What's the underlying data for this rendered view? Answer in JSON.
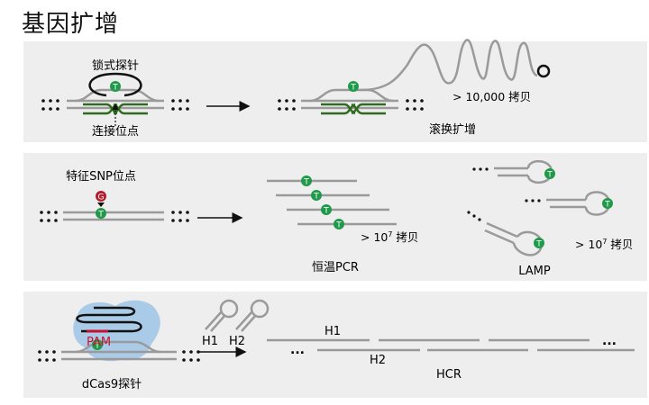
{
  "title": "基因扩增",
  "panel1": {
    "padlock_label": "锁式探针",
    "ligation_label": "连接位点",
    "copies_label": "> 10,000 拷贝",
    "rca_label": "滚换扩增",
    "t_label": "T"
  },
  "panel2": {
    "snp_label": "特征SNP位点",
    "g_label": "G",
    "t_label": "T",
    "pcr_copies_label": "> 10",
    "pcr_copies_sup": "7",
    "pcr_copies_unit": " 拷贝",
    "pcr_label": "恒温PCR",
    "lamp_copies_label": "> 10",
    "lamp_copies_sup": "7",
    "lamp_copies_unit": " 拷贝",
    "lamp_label": "LAMP"
  },
  "panel3": {
    "pam_label": "PAM",
    "dcas9_label": "dCas9探针",
    "t_label": "T",
    "h1_label": "H1",
    "h2_label": "H2",
    "hcr_h1_label": "H1",
    "hcr_h2_label": "H2",
    "hcr_label": "HCR",
    "dots": "..."
  },
  "colors": {
    "strand": "#9a9a9a",
    "green_probe": "#2f6b1e",
    "t_marker": "#1f9a4a",
    "g_marker": "#b21e2f",
    "pam": "#c8102e",
    "cas9": "#a9cbe8",
    "panel_bg": "#eeeeee"
  }
}
